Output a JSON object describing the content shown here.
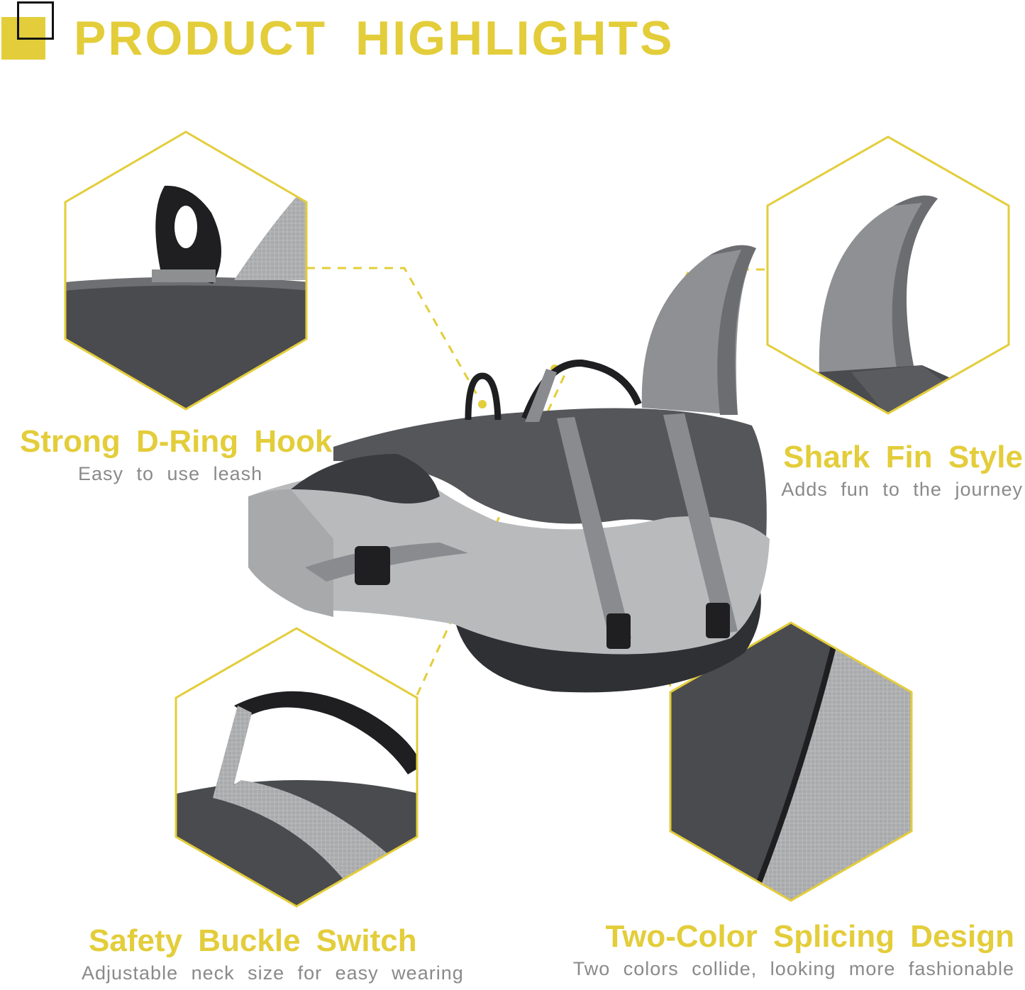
{
  "header": {
    "title": "PRODUCT HIGHLIGHTS"
  },
  "features": [
    {
      "title": "Strong D-Ring Hook",
      "description": "Easy to use leash"
    },
    {
      "title": "Shark Fin Style",
      "description": "Adds fun to the journey"
    },
    {
      "title": "Safety Buckle Switch",
      "description": "Adjustable neck size for easy wearing"
    },
    {
      "title": "Two-Color Splicing Design",
      "description": "Two colors collide, looking more fashionable"
    }
  ],
  "colors": {
    "accent": "#e3cd3a",
    "caption": "#8a8a8a",
    "product_dark": "#4a4b4e",
    "product_light": "#b9babc"
  }
}
